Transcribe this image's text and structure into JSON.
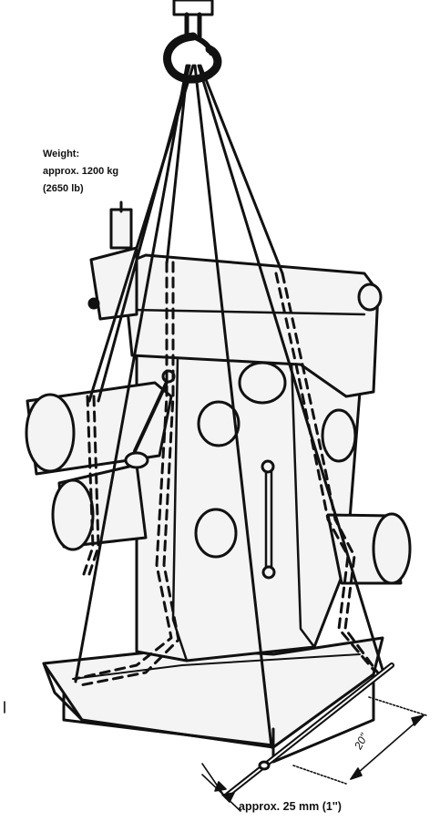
{
  "weight": {
    "heading": "Weight:",
    "metric": "approx. 1200 kg",
    "imperial": "(2650 lb)"
  },
  "pipe_label": "approx. 25 mm (1'')",
  "length_label": "20\"",
  "colors": {
    "ink": "#111111",
    "paper": "#ffffff",
    "machine_fill": "#f4f4f4"
  },
  "icons": [
    "crane-hook-icon",
    "lifting-sling-icon",
    "support-bar-icon"
  ]
}
